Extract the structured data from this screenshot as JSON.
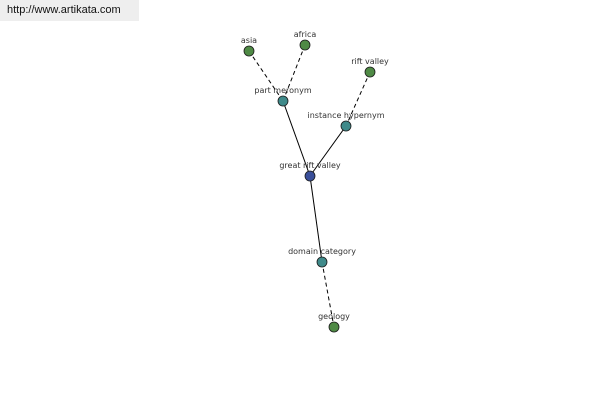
{
  "header": {
    "url": "http://www.artikata.com"
  },
  "colors": {
    "leaf": "#4f8a45",
    "relation": "#3f8a8a",
    "center": "#3a4f9a",
    "edge": "#000000"
  },
  "graph": {
    "nodes": [
      {
        "id": "asia",
        "label": "asia",
        "kind": "leaf"
      },
      {
        "id": "africa",
        "label": "africa",
        "kind": "leaf"
      },
      {
        "id": "rift-valley",
        "label": "rift valley",
        "kind": "leaf"
      },
      {
        "id": "part-meronym",
        "label": "part meronym",
        "kind": "relation"
      },
      {
        "id": "instance-hypernym",
        "label": "instance hypernym",
        "kind": "relation"
      },
      {
        "id": "great-rift-valley",
        "label": "great rift valley",
        "kind": "center"
      },
      {
        "id": "domain-category",
        "label": "domain category",
        "kind": "relation"
      },
      {
        "id": "geology",
        "label": "geology",
        "kind": "leaf"
      }
    ],
    "edges": [
      {
        "from": "asia",
        "to": "part-meronym",
        "style": "dashed"
      },
      {
        "from": "africa",
        "to": "part-meronym",
        "style": "dashed"
      },
      {
        "from": "rift-valley",
        "to": "instance-hypernym",
        "style": "dashed"
      },
      {
        "from": "part-meronym",
        "to": "great-rift-valley",
        "style": "solid"
      },
      {
        "from": "instance-hypernym",
        "to": "great-rift-valley",
        "style": "solid"
      },
      {
        "from": "great-rift-valley",
        "to": "domain-category",
        "style": "solid"
      },
      {
        "from": "domain-category",
        "to": "geology",
        "style": "dashed"
      }
    ]
  }
}
